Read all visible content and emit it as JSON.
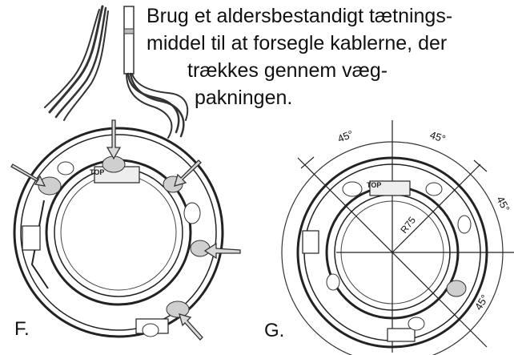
{
  "instruction": {
    "lines": [
      "Brug et aldersbestandigt tætnings-",
      "middel til at forsegle kablerne, der",
      "trækkes gennem væg-",
      "pakningen."
    ]
  },
  "panel_f": {
    "label": "F."
  },
  "panel_g": {
    "label": "G.",
    "angle_labels": [
      "45°",
      "45°",
      "45°",
      "45°"
    ],
    "radius_label": "R75"
  },
  "part_marking": "TOP",
  "colors": {
    "line": "#222222",
    "fill_gray": "#cfcfcf",
    "arrow_fill": "#d9d9d9"
  }
}
